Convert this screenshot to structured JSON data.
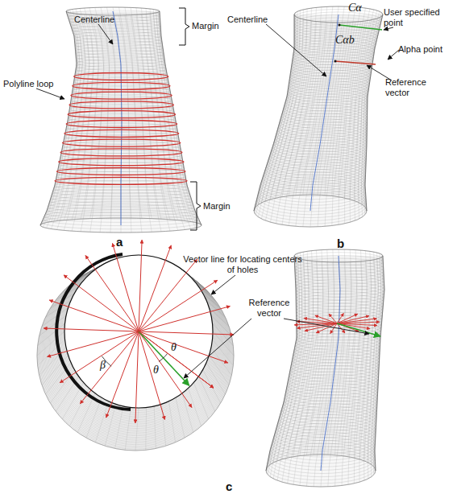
{
  "diagram": {
    "labels": [
      "Centerline",
      "Margin",
      "Polyline loop",
      "Margin",
      "a",
      "Centerline",
      "Cα",
      "Cαb",
      "User specified point",
      "Alpha point",
      "Reference vector",
      "b",
      "Vector line for locating centers of holes",
      "β",
      "θ",
      "θ",
      "Reference vector",
      "c"
    ]
  }
}
